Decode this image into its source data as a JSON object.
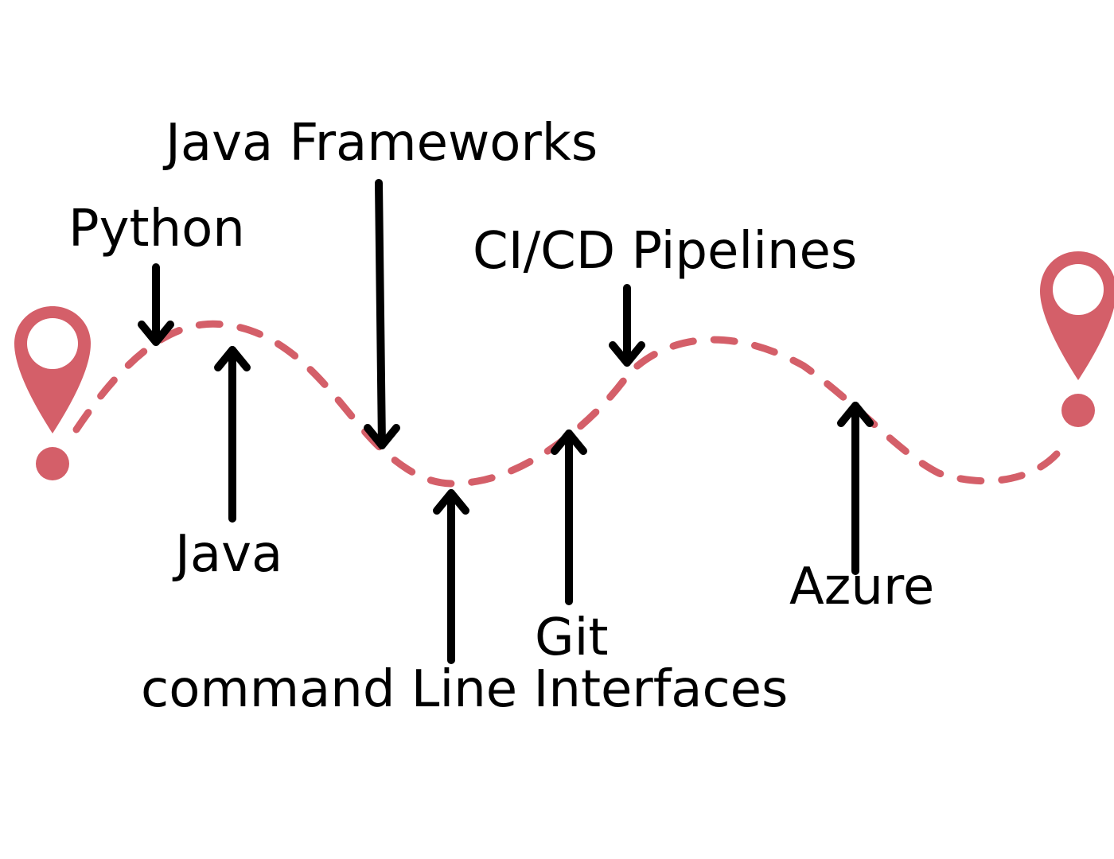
{
  "colors": {
    "path": "#d45f69",
    "pin": "#d45f69",
    "arrow": "#000000",
    "text": "#000000",
    "background": "#ffffff"
  },
  "icons": {
    "start": "map-pin-icon",
    "end": "map-pin-icon"
  },
  "labels": {
    "java_frameworks": "Java Frameworks",
    "python": "Python",
    "cicd": "CI/CD Pipelines",
    "java": "Java",
    "azure": "Azure",
    "git": "Git",
    "cli": "command Line Interfaces"
  }
}
